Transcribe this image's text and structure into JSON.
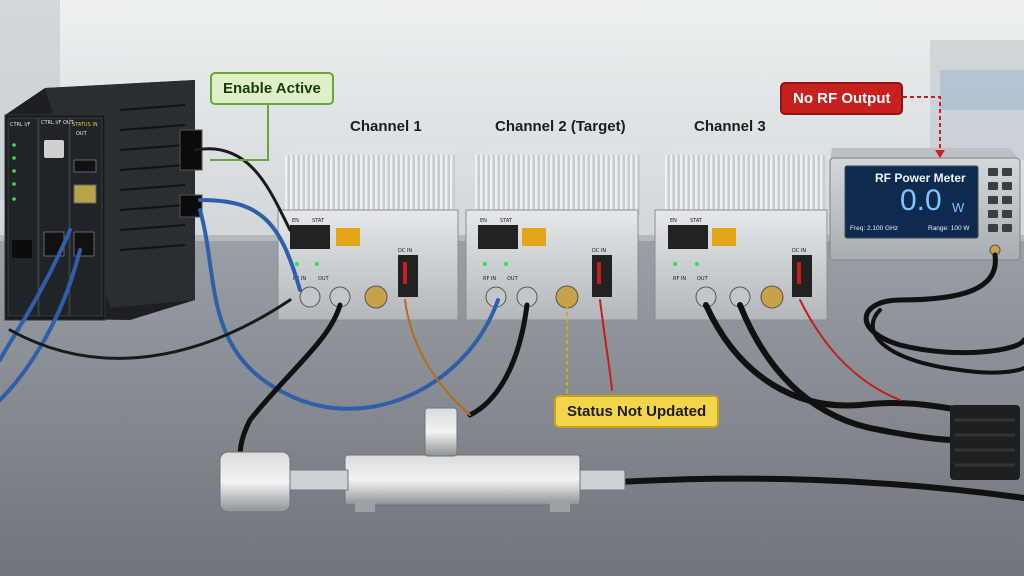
{
  "callouts": {
    "enable": "Enable Active",
    "no_rf": "No RF Output",
    "status": "Status Not Updated"
  },
  "channels": [
    "Channel 1",
    "Channel 2 (Target)",
    "Channel 3"
  ],
  "power_meter": {
    "title": "RF Power Meter",
    "value": "0.0",
    "unit": "W",
    "freq": "Freq: 2.100 GHz",
    "range": "Range: 100 W"
  },
  "module_labels": {
    "en": "EN",
    "stat": "STAT",
    "rf_in": "RF IN",
    "out": "OUT",
    "dc_in": "DC IN"
  },
  "controller_labels": {
    "ctrl_in": "CTRL I/F",
    "ctrl_out": "CTRL I/F OUT",
    "status_in": "STATUS IN",
    "out": "OUT"
  },
  "colors": {
    "enable_bg": "#dff0c8",
    "enable_border": "#6aa53a",
    "enable_text": "#1b3a0c",
    "no_rf_bg": "#c8201e",
    "status_bg": "#f3d54a",
    "status_border": "#c9a21a",
    "led_green": "#39e24a",
    "screen": "#0f2a4e"
  }
}
